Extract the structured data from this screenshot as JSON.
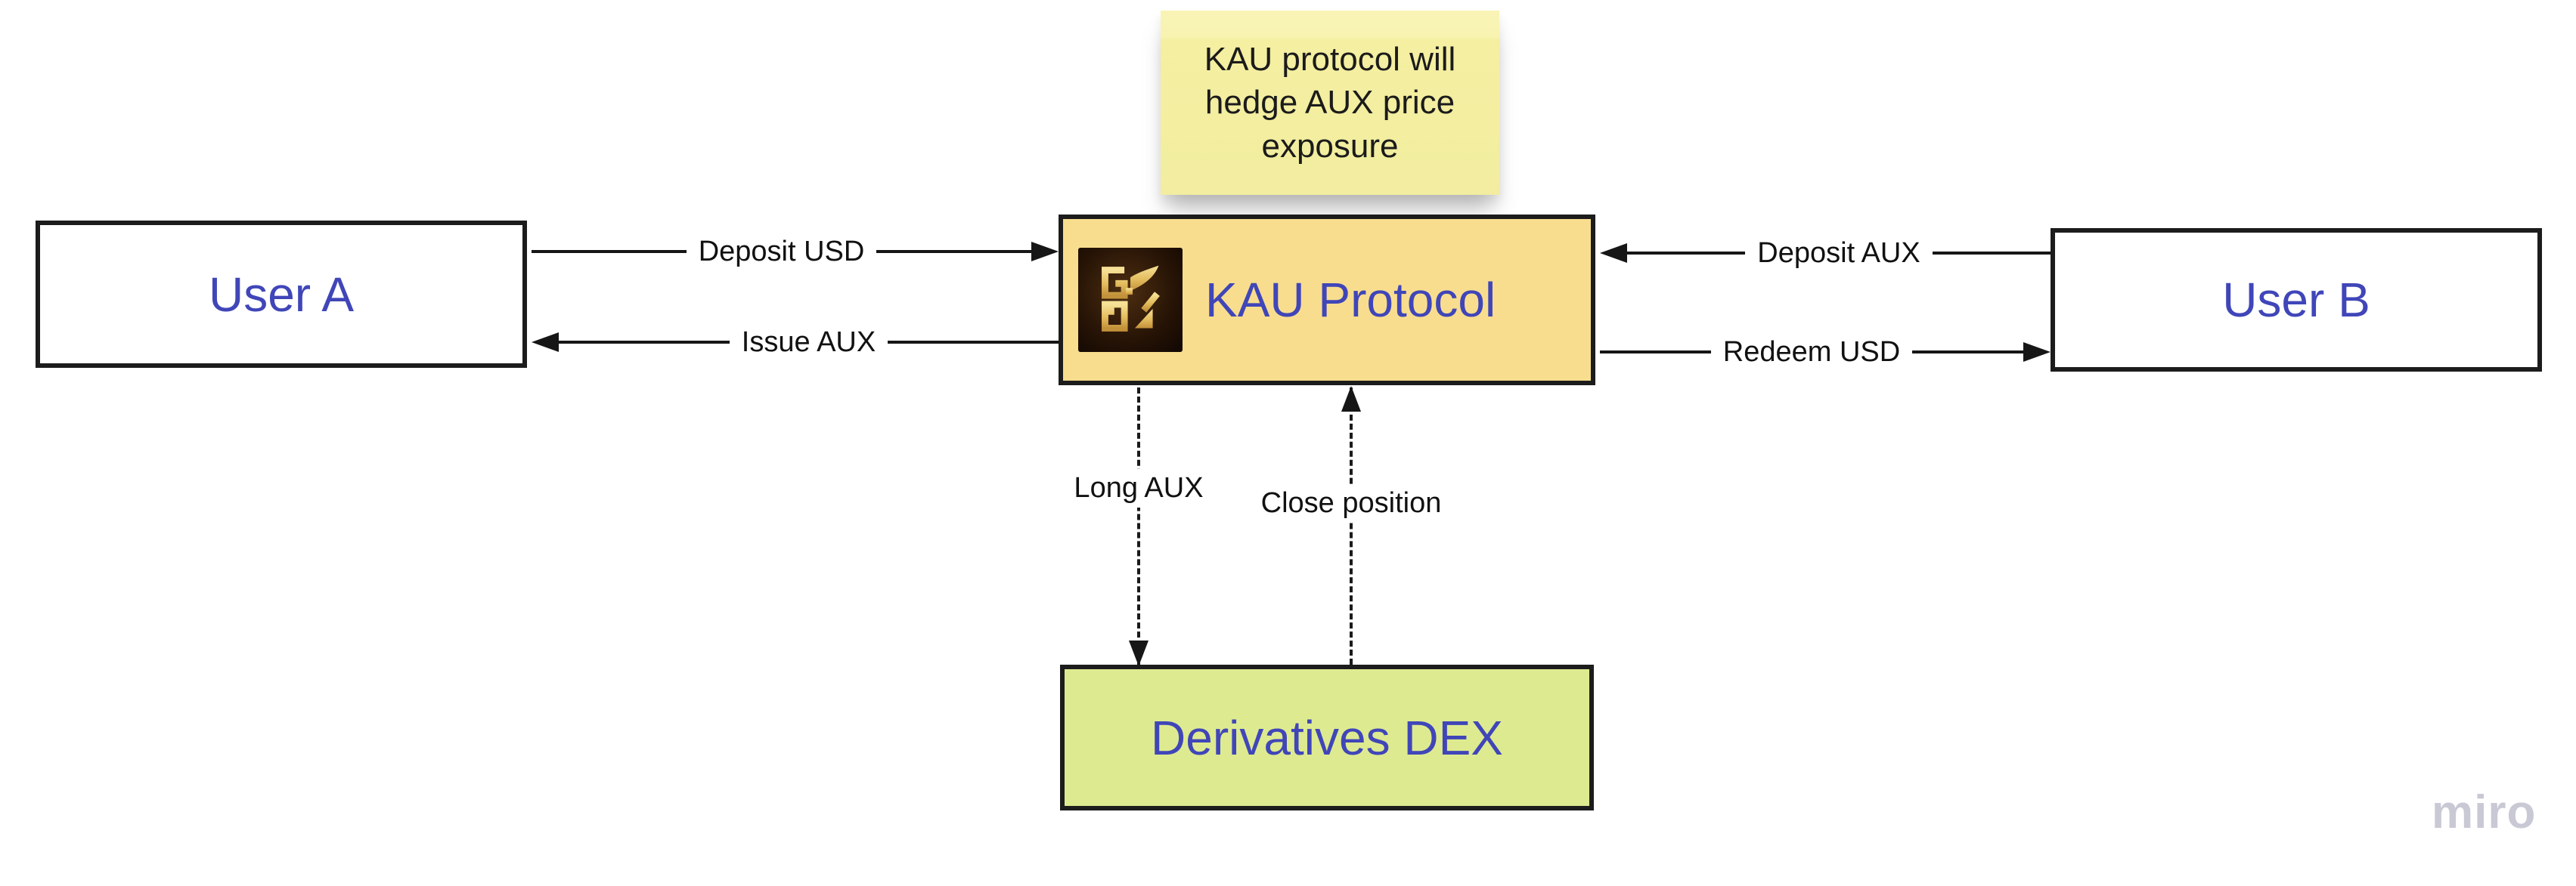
{
  "board": {
    "sticky_note": {
      "text": "KAU protocol will hedge AUX price exposure",
      "fill": "#F2EDA0"
    },
    "nodes": {
      "user_a": {
        "label": "User A",
        "fill": "#FFFFFF"
      },
      "kau_protocol": {
        "label": "KAU Protocol",
        "fill": "#F8DD8E",
        "icon": "kau-logo-icon"
      },
      "user_b": {
        "label": "User B",
        "fill": "#FFFFFF"
      },
      "derivatives_dex": {
        "label": "Derivatives DEX",
        "fill": "#DEEA90"
      }
    },
    "connectors": {
      "deposit_usd": {
        "label": "Deposit USD",
        "from": "user_a",
        "to": "kau_protocol",
        "style": "solid",
        "direction": "right"
      },
      "issue_aux": {
        "label": "Issue AUX",
        "from": "kau_protocol",
        "to": "user_a",
        "style": "solid",
        "direction": "left"
      },
      "deposit_aux": {
        "label": "Deposit AUX",
        "from": "user_b",
        "to": "kau_protocol",
        "style": "solid",
        "direction": "left"
      },
      "redeem_usd": {
        "label": "Redeem USD",
        "from": "kau_protocol",
        "to": "user_b",
        "style": "solid",
        "direction": "right"
      },
      "long_aux": {
        "label": "Long AUX",
        "from": "kau_protocol",
        "to": "derivatives_dex",
        "style": "dashed",
        "direction": "down"
      },
      "close_position": {
        "label": "Close position",
        "from": "derivatives_dex",
        "to": "kau_protocol",
        "style": "dashed",
        "direction": "up"
      }
    },
    "watermark": {
      "text": "miro",
      "color": "#C9C9D5"
    },
    "colors": {
      "node_text_blue": "#4046B8",
      "line_black": "#161616",
      "border_black": "#1C1C1C",
      "kau_fill": "#F8DD8E",
      "dex_fill": "#DEEA90",
      "sticky_fill": "#F2EDA0",
      "background": "#FFFFFF"
    }
  }
}
